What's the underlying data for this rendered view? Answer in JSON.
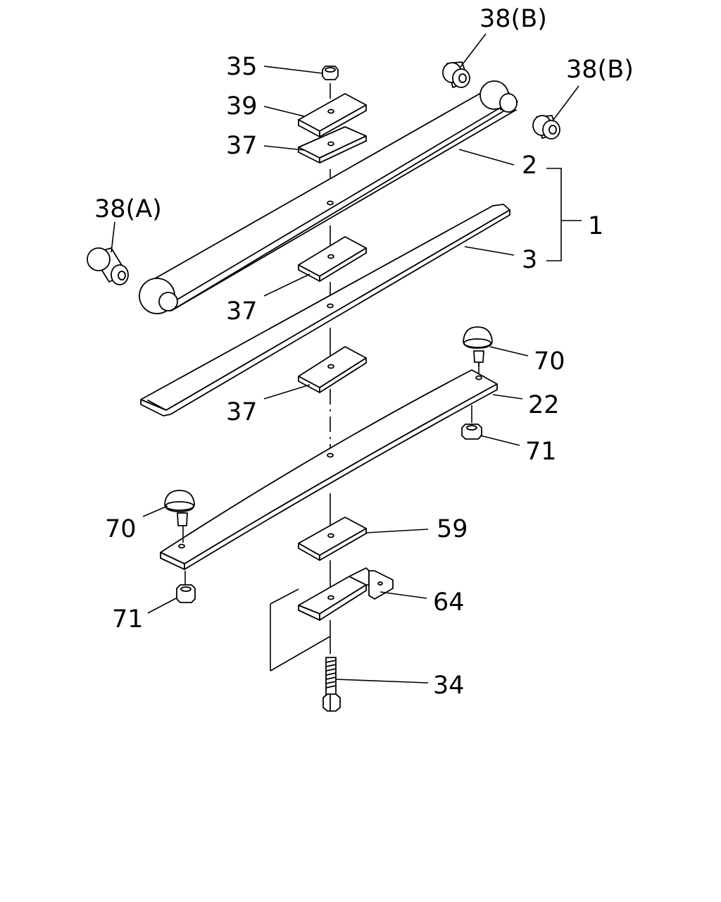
{
  "labels": {
    "p38b_top": "38(B)",
    "p38b_right": "38(B)",
    "p35": "35",
    "p39": "39",
    "p37_top": "37",
    "p2": "2",
    "p38a": "38(A)",
    "p1": "1",
    "p3": "3",
    "p37_mid": "37",
    "p37_low": "37",
    "p70_right": "70",
    "p22": "22",
    "p71_right": "71",
    "p70_left": "70",
    "p59": "59",
    "p71_left": "71",
    "p64": "64",
    "p34": "34"
  }
}
